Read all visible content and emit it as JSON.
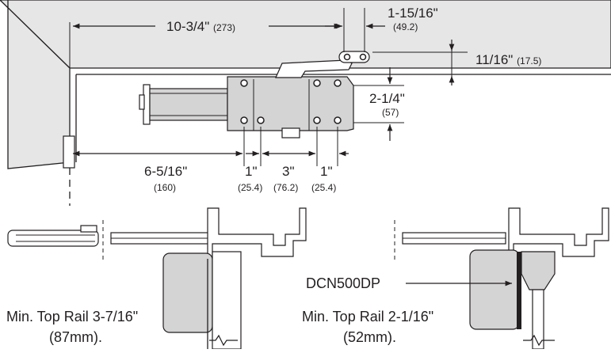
{
  "dimensions": {
    "d_10_3_4": {
      "imperial": "10-3/4\"",
      "metric": "(273)"
    },
    "d_1_15_16": {
      "imperial": "1-15/16\"",
      "metric": "(49.2)"
    },
    "d_11_16": {
      "imperial": "11/16\"",
      "metric": "(17.5)"
    },
    "d_2_1_4": {
      "imperial": "2-1/4\"",
      "metric": "(57)"
    },
    "d_6_5_16": {
      "imperial": "6-5/16\"",
      "metric": "(160)"
    },
    "d_1_a": {
      "imperial": "1\"",
      "metric": "(25.4)"
    },
    "d_3": {
      "imperial": "3\"",
      "metric": "(76.2)"
    },
    "d_1_b": {
      "imperial": "1\"",
      "metric": "(25.4)"
    }
  },
  "callouts": {
    "model": "DCN500DP",
    "left_caption_line1": "Min. Top Rail 3-7/16\"",
    "left_caption_line2": "(87mm).",
    "right_caption_line1": "Min. Top Rail 2-1/16\"",
    "right_caption_line2": "(52mm)."
  }
}
